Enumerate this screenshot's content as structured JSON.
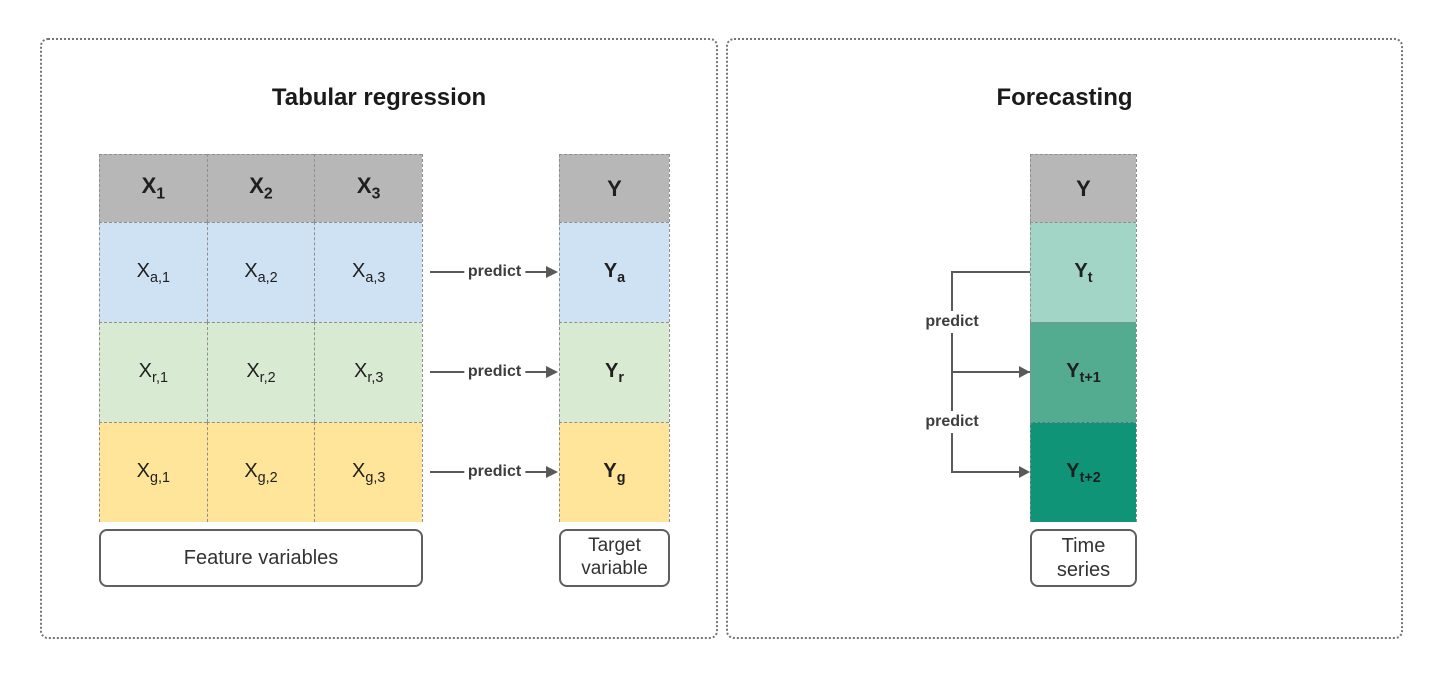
{
  "colors": {
    "header_gray": "#b7b7b7",
    "row_blue": "#cfe2f3",
    "row_green": "#d9ead3",
    "row_yellow": "#ffe599",
    "teal_light": "#a2d5c5",
    "teal_mid": "#53ab90",
    "teal_dark": "#0f9478",
    "arrow": "#595959"
  },
  "tabular": {
    "title": "Tabular regression",
    "headers": [
      {
        "base": "X",
        "sub": "1"
      },
      {
        "base": "X",
        "sub": "2"
      },
      {
        "base": "X",
        "sub": "3"
      }
    ],
    "rows": [
      {
        "cells": [
          {
            "base": "X",
            "sub": "a,1"
          },
          {
            "base": "X",
            "sub": "a,2"
          },
          {
            "base": "X",
            "sub": "a,3"
          }
        ]
      },
      {
        "cells": [
          {
            "base": "X",
            "sub": "r,1"
          },
          {
            "base": "X",
            "sub": "r,2"
          },
          {
            "base": "X",
            "sub": "r,3"
          }
        ]
      },
      {
        "cells": [
          {
            "base": "X",
            "sub": "g,1"
          },
          {
            "base": "X",
            "sub": "g,2"
          },
          {
            "base": "X",
            "sub": "g,3"
          }
        ]
      }
    ],
    "target_header": "Y",
    "targets": [
      {
        "base": "Y",
        "sub": "a"
      },
      {
        "base": "Y",
        "sub": "r"
      },
      {
        "base": "Y",
        "sub": "g"
      }
    ],
    "predict_label": "predict",
    "feature_box_label": "Feature variables",
    "target_box_label": "Target variable"
  },
  "forecasting": {
    "title": "Forecasting",
    "header": "Y",
    "cells": [
      {
        "base": "Y",
        "sub": "t"
      },
      {
        "base": "Y",
        "sub": "t+1"
      },
      {
        "base": "Y",
        "sub": "t+2"
      }
    ],
    "predict_labels": [
      "predict",
      "predict"
    ],
    "box_label": "Time series"
  }
}
